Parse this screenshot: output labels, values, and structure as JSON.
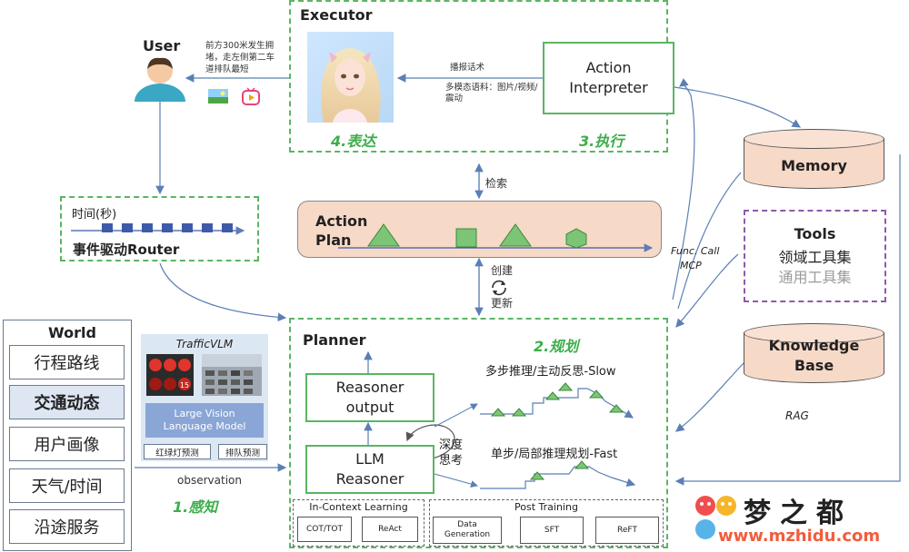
{
  "user": {
    "label": "User",
    "message": "前方300米发生拥堵，走左侧第二车道排队最短"
  },
  "executor": {
    "title": "Executor",
    "express_label": "4.表达",
    "execute_label": "3.执行",
    "action_interpreter": "Action Interpreter",
    "arrow_label_1": "播报话术",
    "arrow_label_2": "多模态语料：图片/视频/震动"
  },
  "retrieve_label": "检索",
  "action_plan": {
    "title": "Action Plan"
  },
  "create_update": {
    "create": "创建",
    "update": "更新"
  },
  "router": {
    "time_label": "时间(秒)",
    "name": "事件驱动Router"
  },
  "world": {
    "title": "World",
    "items": [
      "行程路线",
      "交通动态",
      "用户画像",
      "天气/时间",
      "沿途服务"
    ]
  },
  "traffic_vlm": {
    "title": "TrafficVLM",
    "model": "Large Vision Language Model",
    "tag1": "红绿灯预测",
    "tag2": "排队预测",
    "light_number": "15"
  },
  "observation_label": "observation",
  "perception_label": "1.感知",
  "planner": {
    "title": "Planner",
    "plan_label": "2.规划",
    "reasoner_output": "Reasoner output",
    "llm_reasoner": "LLM Reasoner",
    "deep_think": "深度思考",
    "slow_label": "多步推理/主动反思-Slow",
    "fast_label": "单步/局部推理规划-Fast",
    "icl_title": "In-Context Learning",
    "icl_items": [
      "COT/TOT",
      "ReAct"
    ],
    "post_title": "Post Training",
    "post_items": [
      "Data Generation",
      "SFT",
      "ReFT"
    ]
  },
  "memory": "Memory",
  "tools": {
    "title": "Tools",
    "domain": "领域工具集",
    "general": "通用工具集"
  },
  "knowledge_base": "Knowledge Base",
  "func_call": "Func. Call",
  "mcp": "MCP",
  "rag": "RAG",
  "watermark": {
    "name": "梦之都",
    "url": "www.mzhidu.com"
  },
  "colors": {
    "green": "#5bb563",
    "blue": "#3f5aa8",
    "peach": "#f7d9c7",
    "purple": "#8e5aa8"
  }
}
